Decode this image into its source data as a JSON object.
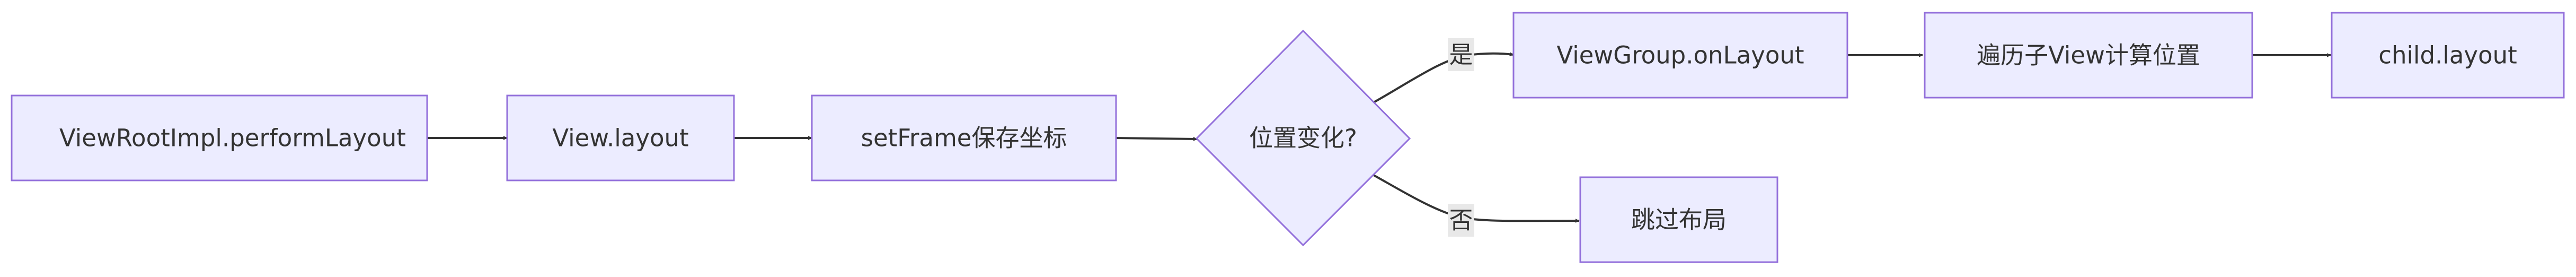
{
  "diagram": {
    "type": "flowchart",
    "direction": "left-to-right",
    "colors": {
      "node_fill": "#ECECFF",
      "node_stroke": "#9370DB",
      "edge": "#333333",
      "text": "#333333",
      "edge_label_background": "#E8E8E8"
    },
    "nodes": {
      "n1": {
        "label": "ViewRootImpl.performLayout",
        "shape": "rectangle"
      },
      "n2": {
        "label": "View.layout",
        "shape": "rectangle"
      },
      "n3": {
        "label": "setFrame保存坐标",
        "shape": "rectangle"
      },
      "n4": {
        "label": "位置变化?",
        "shape": "diamond"
      },
      "n5": {
        "label": "ViewGroup.onLayout",
        "shape": "rectangle"
      },
      "n6": {
        "label": "遍历子View计算位置",
        "shape": "rectangle"
      },
      "n7": {
        "label": "child.layout",
        "shape": "rectangle"
      },
      "n8": {
        "label": "跳过布局",
        "shape": "rectangle"
      }
    },
    "edges": {
      "e1": {
        "from": "n1",
        "to": "n2",
        "label": ""
      },
      "e2": {
        "from": "n2",
        "to": "n3",
        "label": ""
      },
      "e3": {
        "from": "n3",
        "to": "n4",
        "label": ""
      },
      "e4": {
        "from": "n4",
        "to": "n5",
        "label": "是"
      },
      "e5": {
        "from": "n5",
        "to": "n6",
        "label": ""
      },
      "e6": {
        "from": "n6",
        "to": "n7",
        "label": ""
      },
      "e7": {
        "from": "n4",
        "to": "n8",
        "label": "否"
      }
    }
  }
}
